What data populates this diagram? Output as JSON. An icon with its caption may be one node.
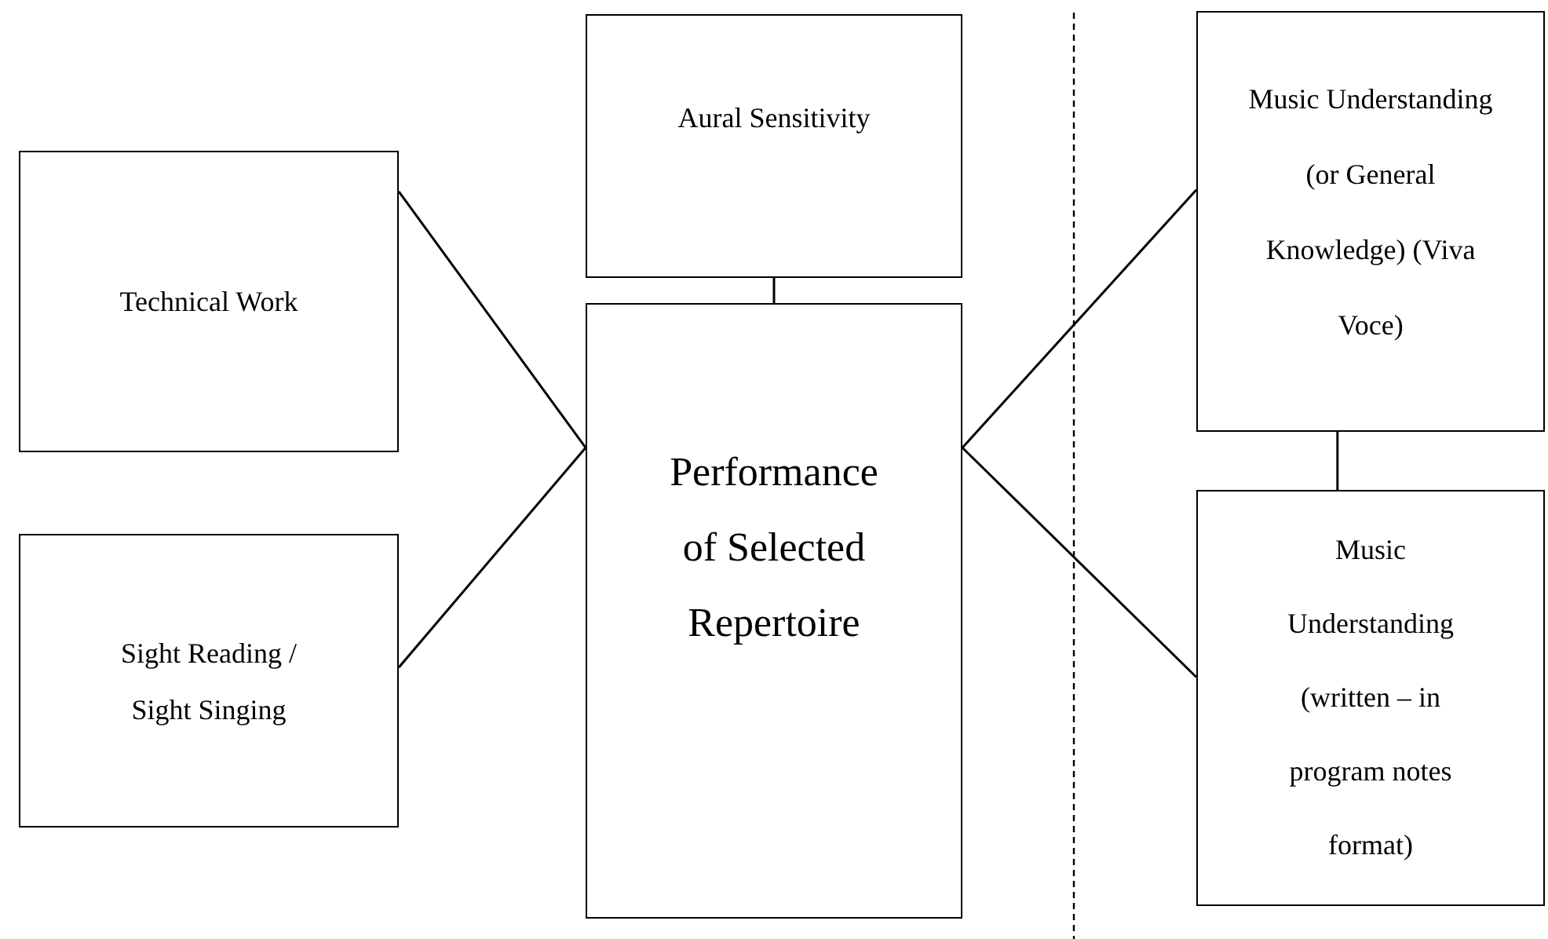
{
  "diagram": {
    "nodes": [
      {
        "text": [
          "Aural Sensitivity"
        ]
      },
      {
        "text": [
          "Technical Work"
        ]
      },
      {
        "text": [
          "Performance of Selected Repertoire"
        ]
      },
      {
        "text": [
          "Music Understanding (or General Knowledge) (Viva Voce)"
        ]
      },
      {
        "text": [
          "Sight Reading / Sight Singing"
        ]
      },
      {
        "text": [
          "Music Understanding (written – in program notes format)"
        ]
      }
    ],
    "edges": [
      {
        "from": 1,
        "to": 2,
        "arrow": "none"
      },
      {
        "from": 4,
        "to": 2,
        "arrow": "none"
      },
      {
        "from": 0,
        "to": 2,
        "arrow": "none"
      },
      {
        "from": 2,
        "to": 3,
        "arrow": "none"
      },
      {
        "from": 2,
        "to": 5,
        "arrow": "none"
      },
      {
        "from": 3,
        "to": 5,
        "arrow": "none"
      }
    ]
  }
}
